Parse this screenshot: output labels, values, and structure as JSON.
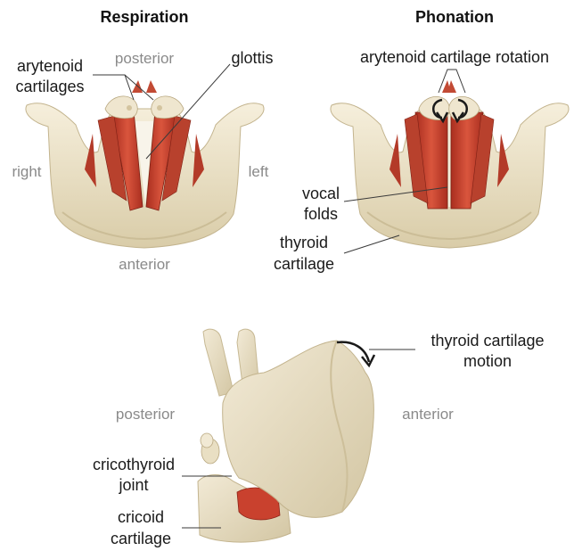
{
  "titles": {
    "respiration": "Respiration",
    "phonation": "Phonation"
  },
  "respiration_view": {
    "posterior": "posterior",
    "anterior": "anterior",
    "right": "right",
    "left": "left",
    "arytenoid_line1": "arytenoid",
    "arytenoid_line2": "cartilages",
    "glottis": "glottis"
  },
  "phonation_view": {
    "rotation": "arytenoid cartilage rotation",
    "vocal_line1": "vocal",
    "vocal_line2": "folds",
    "thyroid_line1": "thyroid",
    "thyroid_line2": "cartilage"
  },
  "side_view": {
    "posterior": "posterior",
    "anterior": "anterior",
    "motion_line1": "thyroid cartilage",
    "motion_line2": "motion",
    "joint_line1": "cricothyroid",
    "joint_line2": "joint",
    "cricoid_line1": "cricoid",
    "cricoid_line2": "cartilage"
  },
  "colors": {
    "cartilage": "#ece3cb",
    "cartilage_shadow": "#c9bb97",
    "muscle": "#c9412e",
    "muscle_dark": "#8e2418",
    "direction_text": "#8a8a8a"
  }
}
